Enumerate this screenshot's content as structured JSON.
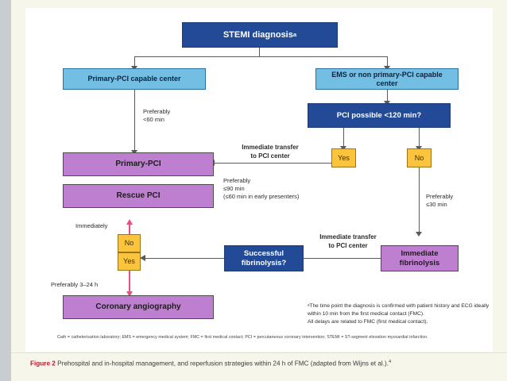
{
  "figure": {
    "number_label": "Figure 2",
    "caption": "Prehospital and in-hospital management, and reperfusion strategies within 24 h of FMC (adapted from Wijns et al.).",
    "caption_superscript": "4"
  },
  "nodes": {
    "stemi_diagnosis": "STEMI diagnosis",
    "stemi_diagnosis_superscript": "a",
    "primary_pci_capable_center": "Primary-PCI capable center",
    "ems_or_non_primary_pci": "EMS or non primary-PCI capable center",
    "pci_possible": "PCI possible <120 min?",
    "yes_top": "Yes",
    "no_top": "No",
    "primary_pci": "Primary-PCI",
    "rescue_pci": "Rescue PCI",
    "immediate_fibrinolysis": "Immediate fibrinolysis",
    "successful_fibrinolysis": "Successful fibrinolysis?",
    "no_bottom": "No",
    "yes_bottom": "Yes",
    "coronary_angiography": "Coronary angiography"
  },
  "edge_labels": {
    "preferably_60": "Preferably\n<60 min",
    "immediate_transfer_top": "Immediate transfer\nto PCI center",
    "preferably_90": "Preferably\n≤90 min\n(≤60 min in early presenters)",
    "preferably_30": "Preferably\n≤30 min",
    "immediate_transfer_bottom": "Immediate transfer\nto PCI center",
    "immediately": "Immediately",
    "preferably_3_24": "Preferably 3–24 h"
  },
  "footnote": "ᵃThe time point the diagnosis is confirmed with patient history and ECG ideally within 10 min from the first medical contact (FMC).\nAll delays are related to FMC (first medical contact).",
  "abbreviations": "Cath = catheterisation laboratory; EMS = emergency medical system; FMC = first medical contact; PCI = percutaneous coronary intervention; STEMI = ST-segment elevation myocardial infarction.",
  "colors": {
    "dark_blue": "#234a96",
    "light_blue": "#72bfe3",
    "purple": "#bf7fd0",
    "yellow": "#fcc43c",
    "pink_arrow": "#e8507f",
    "gray_arrow": "#5a5a5a",
    "caption_red": "#c8102e"
  }
}
